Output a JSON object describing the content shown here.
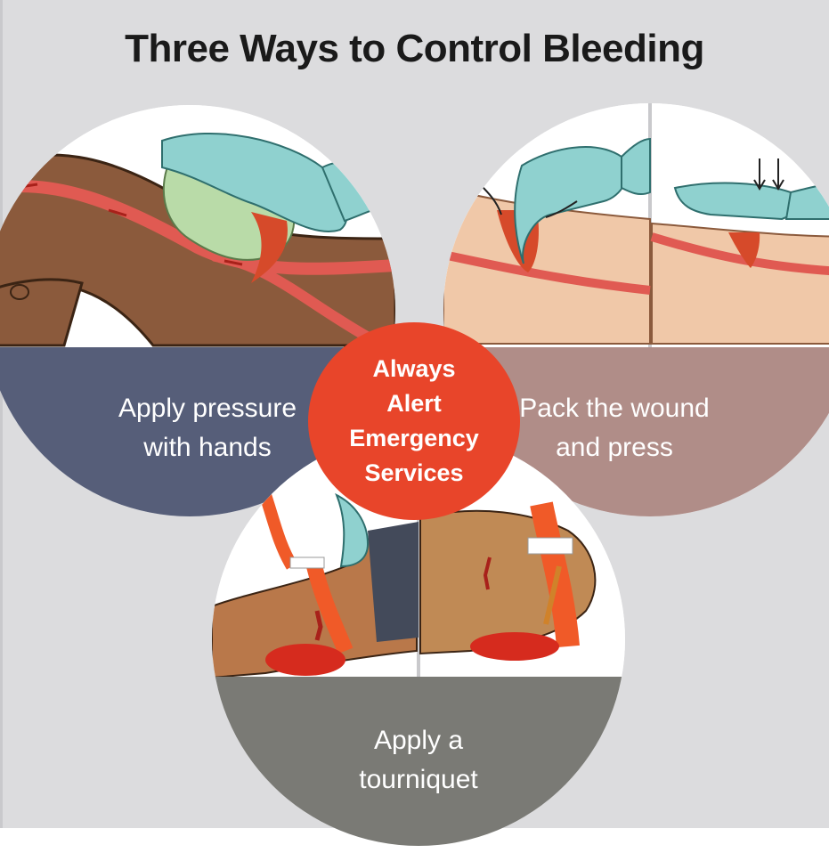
{
  "title": "Three Ways to Control Bleeding",
  "center": {
    "label": "Always\nAlert\nEmergency\nServices",
    "color": "#e8452a"
  },
  "methods": [
    {
      "label": "Apply pressure\nwith hands",
      "band_color": "#565e79"
    },
    {
      "label": "Pack the wound\nand press",
      "band_color": "#b08d88"
    },
    {
      "label": "Apply a\ntourniquet",
      "band_color": "#7a7a75"
    }
  ],
  "colors": {
    "background": "#dcdcde",
    "skin_dark": "#8b5a3c",
    "skin_light": "#f0c8a8",
    "glove": "#8fd1cf",
    "blood": "#d62b1e",
    "tourniquet": "#f05a28"
  }
}
